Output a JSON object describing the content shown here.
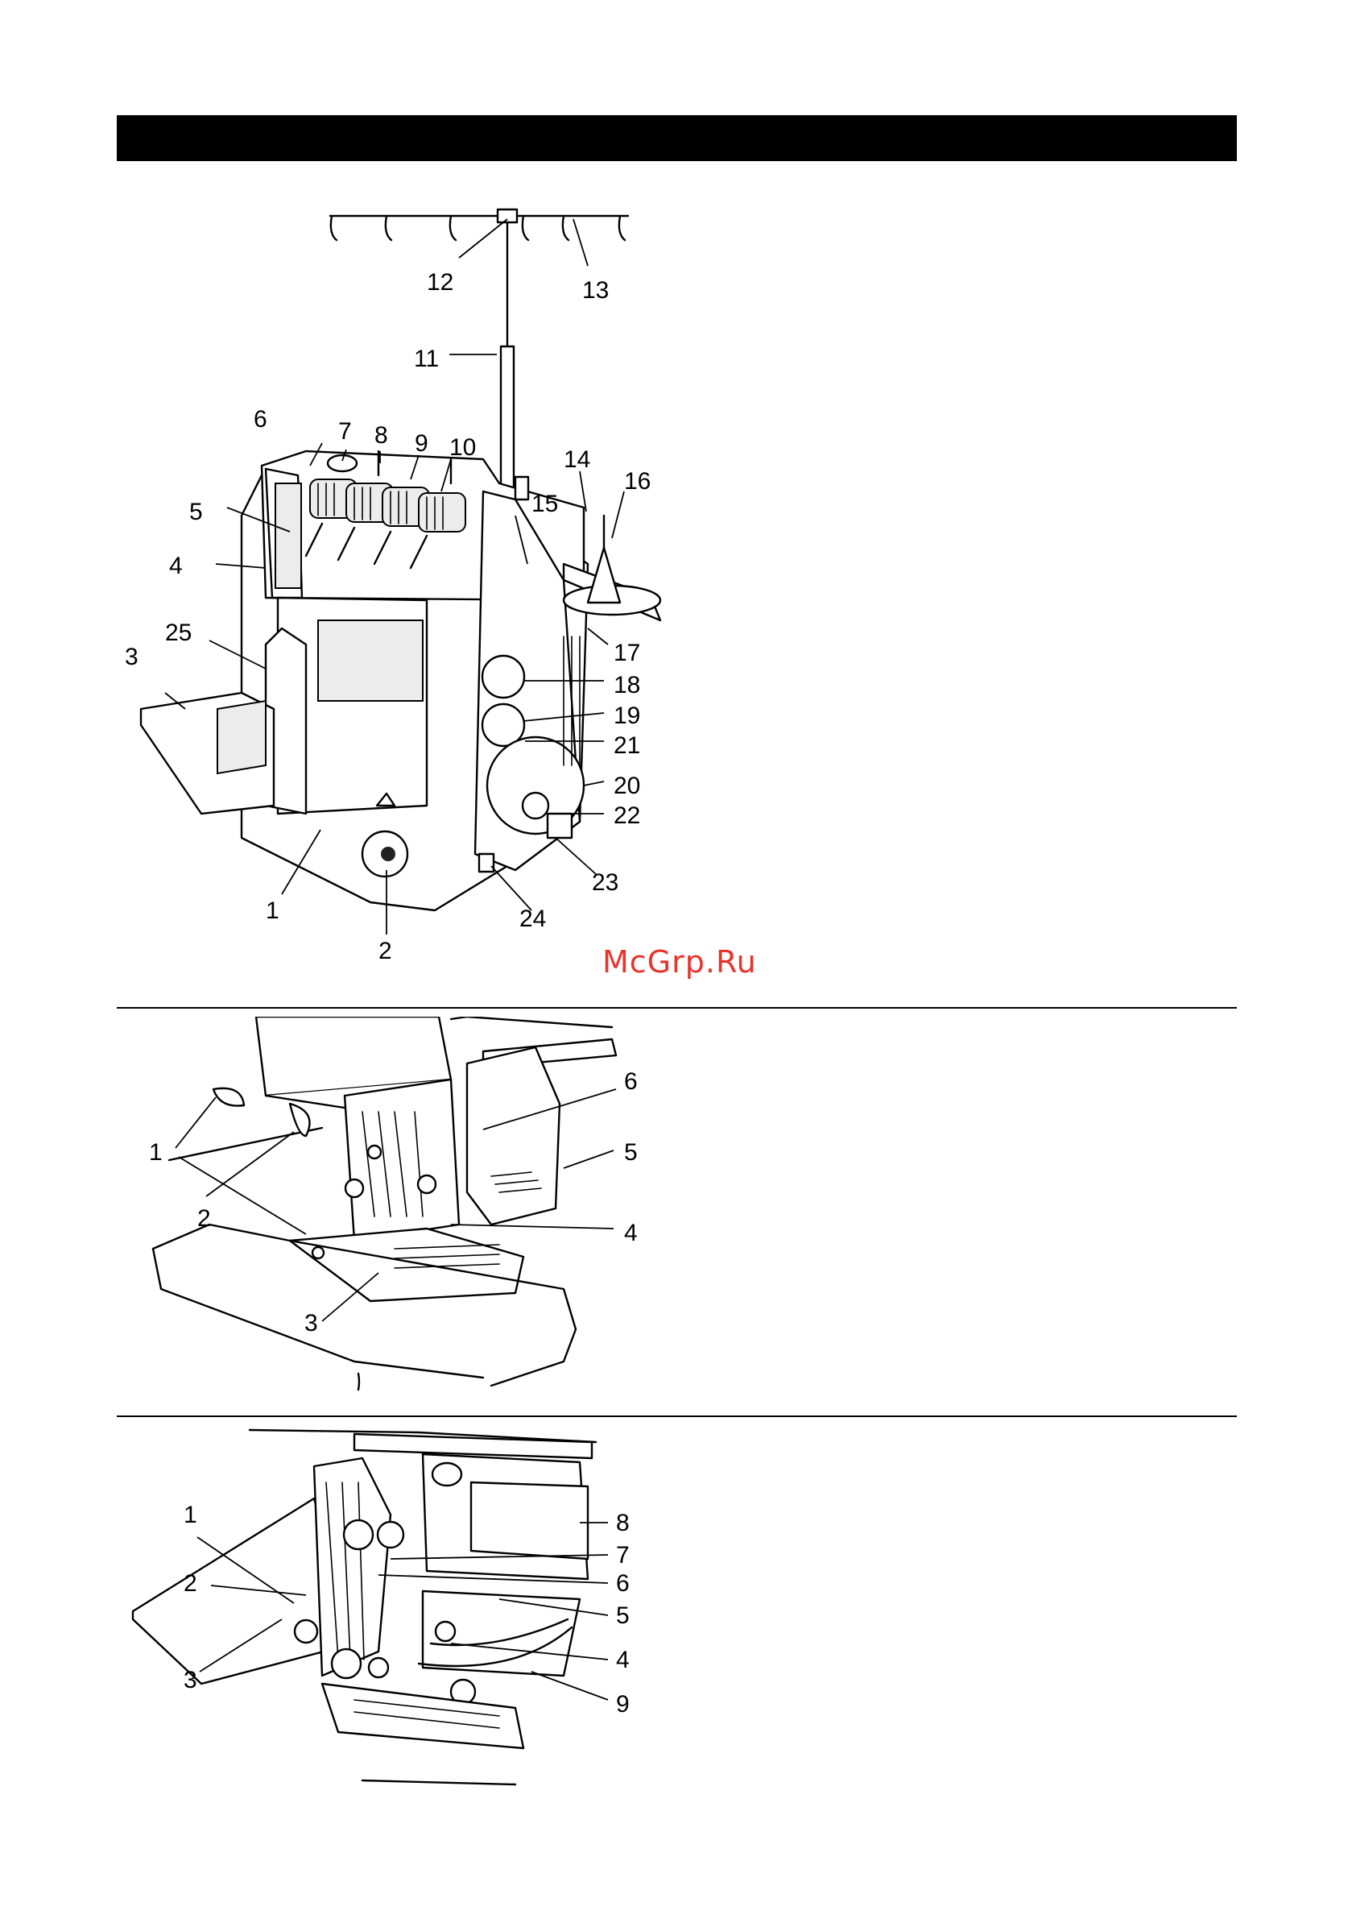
{
  "page": {
    "header_bar_text": "",
    "watermark": "McGrp.Ru"
  },
  "figures": {
    "machine_overview": {
      "callouts": [
        "12",
        "13",
        "11",
        "6",
        "7",
        "8",
        "9",
        "10",
        "14",
        "16",
        "15",
        "5",
        "4",
        "25",
        "3",
        "17",
        "18",
        "19",
        "21",
        "20",
        "22",
        "1",
        "2",
        "23",
        "24"
      ]
    },
    "presser_foot_detail": {
      "callouts": [
        "6",
        "5",
        "4",
        "1",
        "2",
        "3"
      ]
    },
    "looper_detail": {
      "callouts": [
        "1",
        "2",
        "3",
        "8",
        "7",
        "6",
        "5",
        "4",
        "9"
      ]
    }
  },
  "colors": {
    "ink": "#000000",
    "watermark": "#e8342c",
    "paper": "#ffffff"
  }
}
